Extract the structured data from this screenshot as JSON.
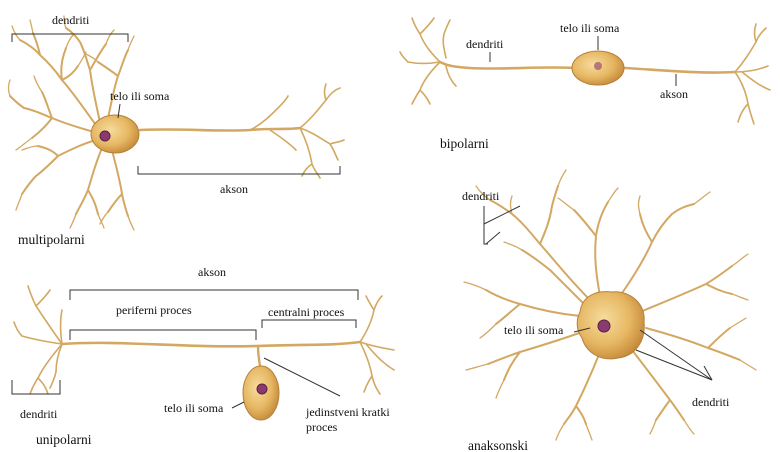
{
  "panels": {
    "multipolar": {
      "title": "multipolarni",
      "labels": {
        "dendrites": "dendriti",
        "soma": "telo ili soma",
        "axon": "akson"
      }
    },
    "bipolar": {
      "title": "bipolarni",
      "labels": {
        "dendrites": "dendriti",
        "soma": "telo ili soma",
        "axon": "akson"
      }
    },
    "unipolar": {
      "title": "unipolarni",
      "labels": {
        "axon": "akson",
        "peripheral": "periferni proces",
        "central": "centralni proces",
        "dendrites": "dendriti",
        "soma": "telo ili soma",
        "short_process_line1": "jedinstveni kratki",
        "short_process_line2": "proces"
      }
    },
    "anaxonic": {
      "title": "anaksonski",
      "labels": {
        "dendrites_top": "dendriti",
        "soma": "telo ili soma",
        "dendrites_bottom": "dendriti"
      }
    }
  },
  "colors": {
    "process": "#d9b26a",
    "process_outline": "#b08a45",
    "soma_light": "#f2cf86",
    "soma_dark": "#c98f3c",
    "nucleus": "#8a3a6e",
    "leader": "#333333"
  }
}
